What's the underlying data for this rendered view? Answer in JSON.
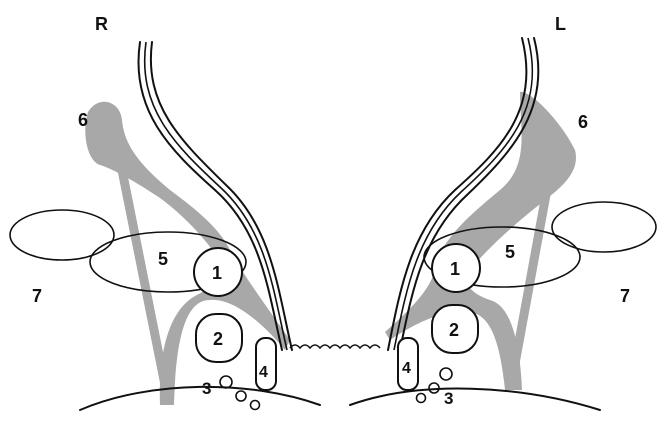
{
  "side_labels": {
    "right": "R",
    "left": "L"
  },
  "labels": {
    "n1": "1",
    "n2": "2",
    "n3": "3",
    "n4": "4",
    "n5": "5",
    "n6": "6",
    "n7": "7"
  },
  "colors": {
    "stroke": "#111111",
    "shading": "#a8a8a8",
    "background": "#ffffff"
  }
}
